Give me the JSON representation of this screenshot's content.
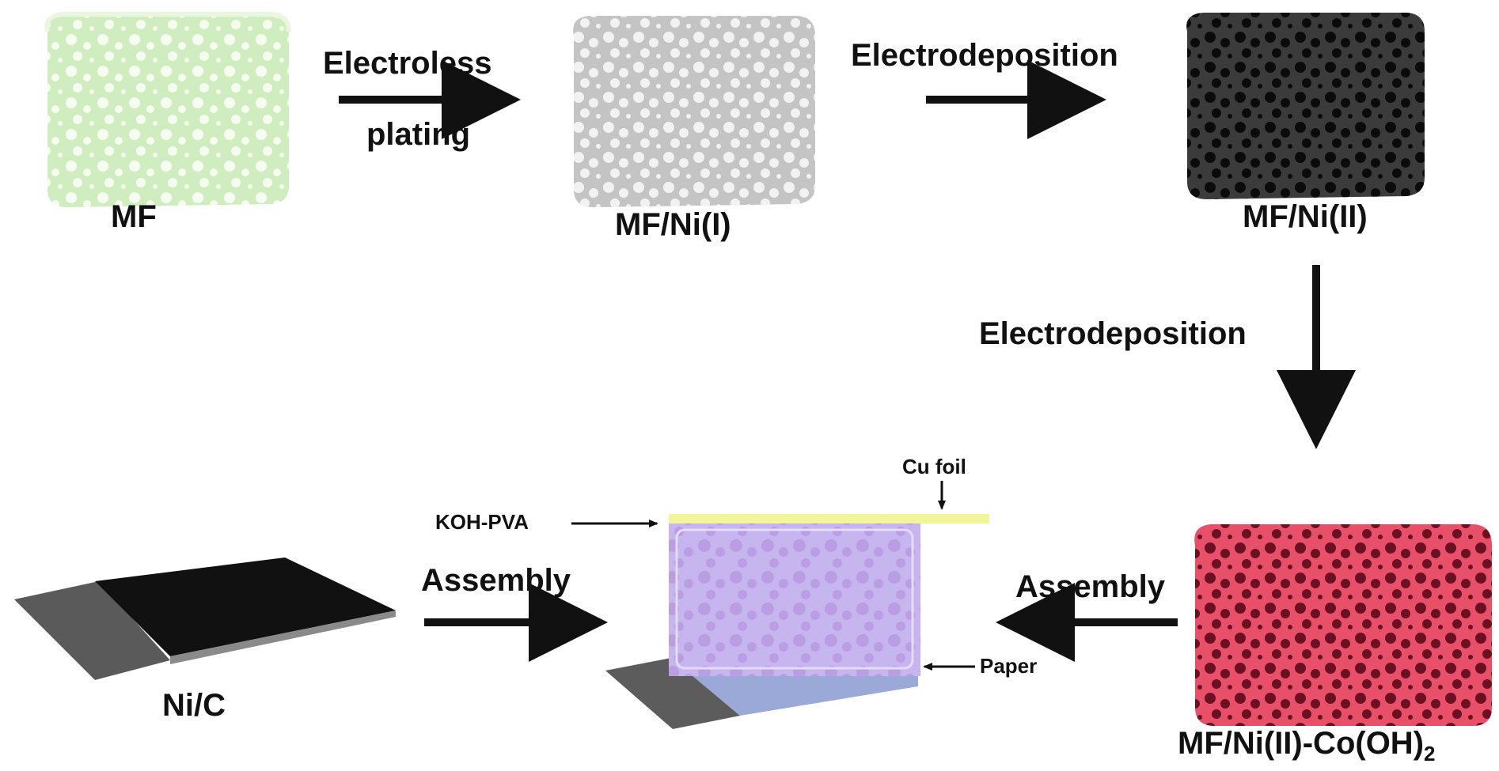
{
  "labels": {
    "mf": "MF",
    "mf_ni_i": "MF/Ni(I)",
    "mf_ni_ii": "MF/Ni(II)",
    "mf_ni_ii_co_prefix": "MF/Ni(II)-Co(OH)",
    "mf_ni_ii_co_sub": "2",
    "ni_c": "Ni/C",
    "electroless_line1": "Electroless",
    "electroless_line2": "plating",
    "electrodeposition_top": "Electrodeposition",
    "electrodeposition_right": "Electrodeposition",
    "assembly_left": "Assembly",
    "assembly_right": "Assembly",
    "cu_foil": "Cu foil",
    "koh_pva": "KOH-PVA",
    "paper": "Paper"
  },
  "colors": {
    "mf_sponge": "#d4efc6",
    "ni_i_sponge": "#c8c8c8",
    "ni_ii_sponge": "#3a3a3a",
    "co_sponge": "#e84a64",
    "device_body": "#c9b6ee",
    "cu_foil": "#f2f5a0",
    "ni_c": "#111111",
    "substrate": "#6a6a6a"
  }
}
